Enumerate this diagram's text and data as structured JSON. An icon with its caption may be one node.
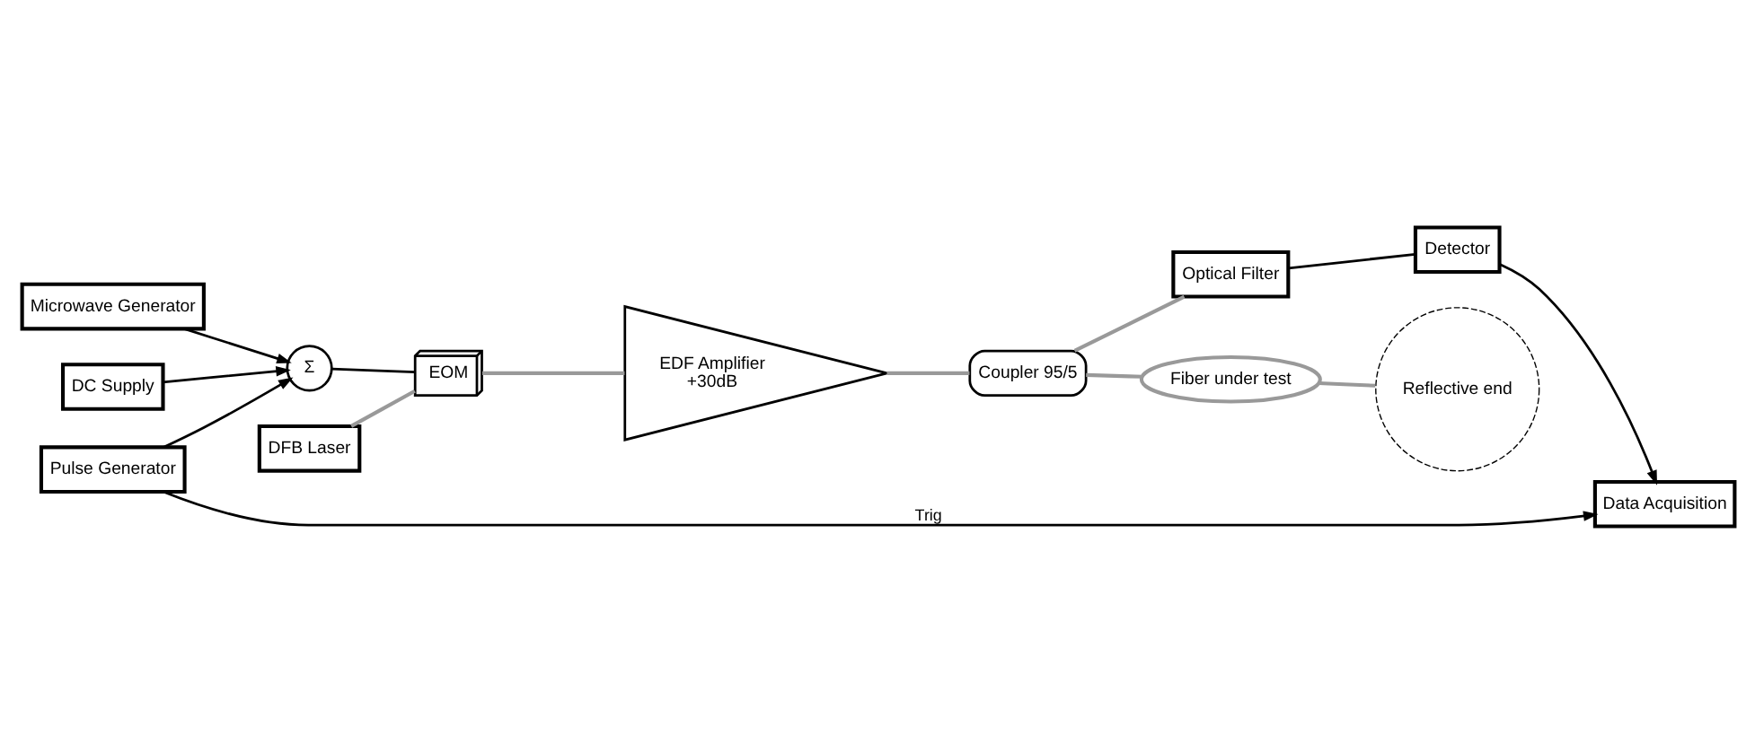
{
  "diagram": {
    "nodes": [
      {
        "text": [
          "DFB Laser"
        ]
      },
      {
        "text": [
          "EOM"
        ]
      },
      {
        "text": [
          "EDF Amplifier",
          "+30dB"
        ]
      },
      {
        "text": [
          "Coupler 95/5"
        ]
      },
      {
        "text": [
          "Fiber under test"
        ]
      },
      {
        "text": [
          "Reflective end"
        ]
      },
      {
        "text": [
          "DC Supply"
        ]
      },
      {
        "text": [
          "Microwave Generator"
        ]
      },
      {
        "text": [
          "Σ"
        ]
      },
      {
        "text": [
          "Pulse Generator"
        ]
      },
      {
        "text": [
          "Optical Filter"
        ]
      },
      {
        "text": [
          "Detector"
        ]
      },
      {
        "text": [
          "Data Acquisition"
        ]
      }
    ],
    "edges": [
      {
        "from": 0,
        "to": 1,
        "arrow": "none",
        "color": "#999999"
      },
      {
        "from": 1,
        "to": 2,
        "arrow": "none",
        "color": "#999999"
      },
      {
        "from": 2,
        "to": 3,
        "arrow": "none",
        "color": "#999999"
      },
      {
        "from": 3,
        "to": 4,
        "arrow": "none",
        "color": "#999999"
      },
      {
        "from": 4,
        "to": 5,
        "arrow": "none",
        "color": "#999999"
      },
      {
        "from": 3,
        "to": 10,
        "arrow": "none",
        "color": "#999999"
      },
      {
        "from": 6,
        "to": 8,
        "arrow": "to"
      },
      {
        "from": 7,
        "to": 8,
        "arrow": "to"
      },
      {
        "from": 9,
        "to": 8,
        "arrow": "to"
      },
      {
        "from": 8,
        "to": 1,
        "arrow": "none"
      },
      {
        "from": 10,
        "to": 11,
        "arrow": "none"
      },
      {
        "from": 11,
        "to": 12,
        "arrow": "to"
      },
      {
        "from": 9,
        "to": 12,
        "arrow": "to",
        "label": "Trig"
      }
    ]
  }
}
